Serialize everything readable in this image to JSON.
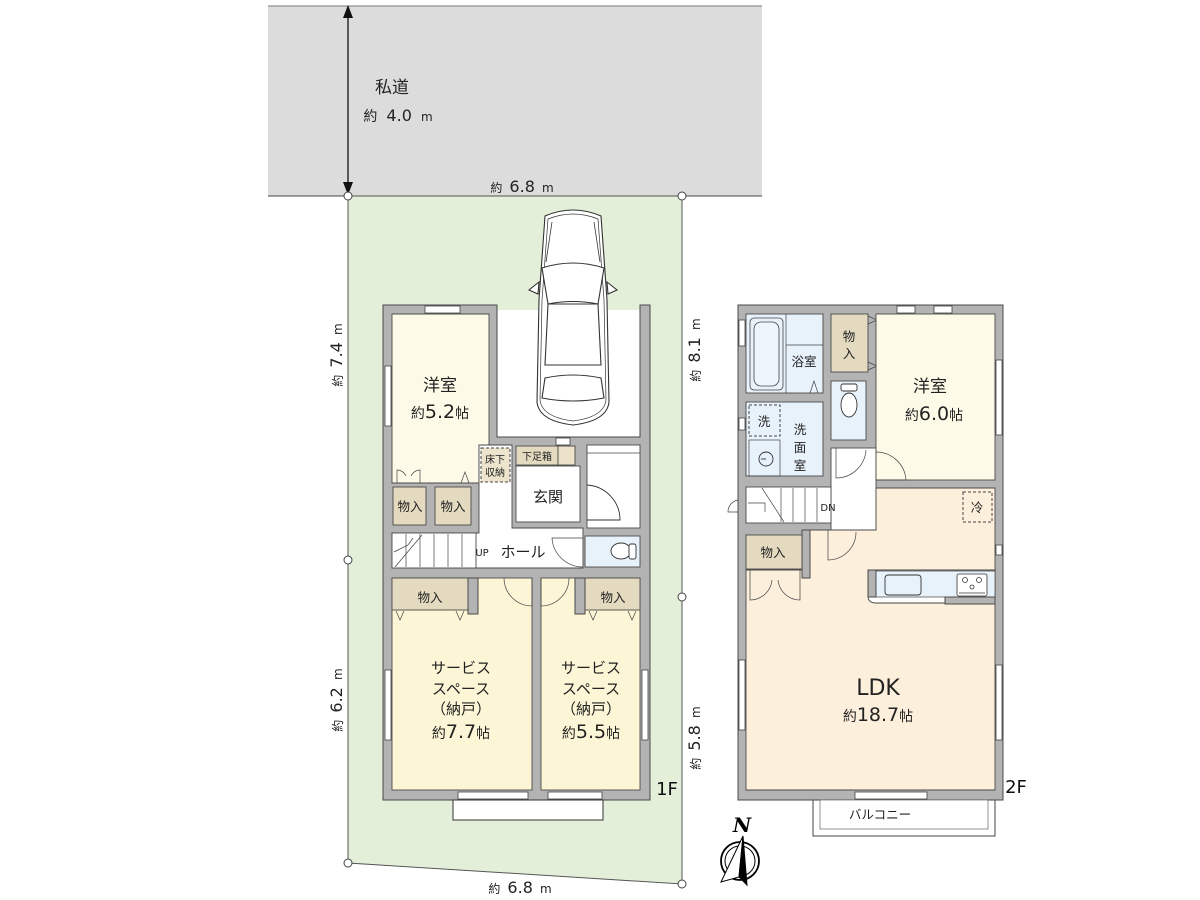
{
  "road": {
    "label": "私道",
    "width": {
      "prefix": "約",
      "value": "4.0",
      "unit": "m"
    }
  },
  "site_dimensions": {
    "top": {
      "prefix": "約",
      "value": "6.8",
      "unit": "m"
    },
    "bottom": {
      "prefix": "約",
      "value": "6.8",
      "unit": "m"
    },
    "left_upper": {
      "prefix": "約",
      "value": "7.4",
      "unit": "m"
    },
    "left_lower": {
      "prefix": "約",
      "value": "6.2",
      "unit": "m"
    },
    "right_upper": {
      "prefix": "約",
      "value": "8.1",
      "unit": "m"
    },
    "right_lower": {
      "prefix": "約",
      "value": "5.8",
      "unit": "m"
    }
  },
  "floor1": {
    "label": "1F",
    "western_room": {
      "name": "洋室",
      "area": {
        "prefix": "約",
        "value": "5.2",
        "unit": "帖"
      }
    },
    "underfloor_storage": {
      "lines": [
        "床下",
        "収納"
      ]
    },
    "shoe_cabinet": {
      "name": "下足箱"
    },
    "entrance": {
      "name": "玄関"
    },
    "closets": [
      {
        "name": "物入"
      },
      {
        "name": "物入"
      },
      {
        "name": "物入"
      },
      {
        "name": "物入"
      }
    ],
    "stairs": {
      "label": "UP"
    },
    "hall": {
      "name": "ホール"
    },
    "service_spaces": [
      {
        "lines": [
          "サービス",
          "スペース",
          "（納戸）"
        ],
        "area": {
          "prefix": "約",
          "value": "7.7",
          "unit": "帖"
        }
      },
      {
        "lines": [
          "サービス",
          "スペース",
          "（納戸）"
        ],
        "area": {
          "prefix": "約",
          "value": "5.5",
          "unit": "帖"
        }
      }
    ]
  },
  "floor2": {
    "label": "2F",
    "bathroom": {
      "name": "浴室"
    },
    "closet_vertical": {
      "lines": [
        "物",
        "入"
      ]
    },
    "western_room": {
      "name": "洋室",
      "area": {
        "prefix": "約",
        "value": "6.0",
        "unit": "帖"
      }
    },
    "washer": {
      "name": "洗"
    },
    "washroom": {
      "lines": [
        "洗",
        "面",
        "室"
      ]
    },
    "stairs": {
      "label": "DN"
    },
    "fridge": {
      "name": "冷"
    },
    "closet": {
      "name": "物入"
    },
    "ldk": {
      "name": "LDK",
      "area": {
        "prefix": "約",
        "value": "18.7",
        "unit": "帖"
      }
    },
    "balcony": {
      "name": "バルコニー"
    }
  },
  "compass": {
    "label": "N"
  },
  "colors": {
    "road": "#dcdcdc",
    "site": "#e3efd9",
    "wall": "#b3b3b3",
    "western_room": "#fdfbe8",
    "service_space": "#fcf6d6",
    "ldk": "#fcefdc",
    "storage": "#e3dac0",
    "wet_area": "#e8f2fb"
  }
}
